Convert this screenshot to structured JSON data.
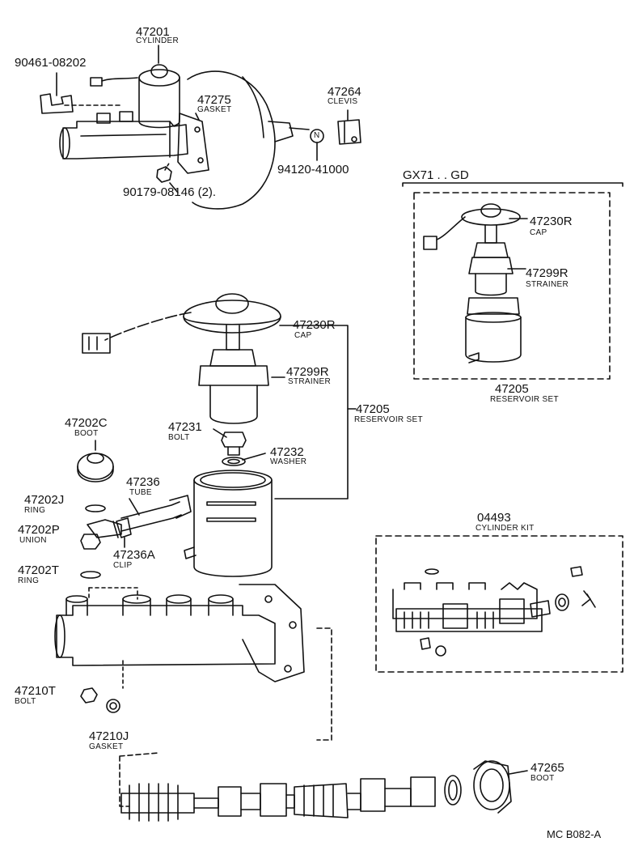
{
  "labels": {
    "p90461": {
      "number": "90461-08202"
    },
    "p47201": {
      "number": "47201",
      "name": "CYLINDER"
    },
    "p47275": {
      "number": "47275",
      "name": "GASKET"
    },
    "p47264": {
      "number": "47264",
      "name": "CLEVIS"
    },
    "p94120": {
      "number": "94120-41000"
    },
    "p90179": {
      "number": "90179-08146 (2)."
    },
    "p47230r": {
      "number": "47230R",
      "name": "CAP"
    },
    "p47299r": {
      "number": "47299R",
      "name": "STRAINER"
    },
    "p47205": {
      "number": "47205",
      "name": "RESERVOIR SET"
    },
    "p47202c": {
      "number": "47202C",
      "name": "BOOT"
    },
    "p47231": {
      "number": "47231",
      "name": "BOLT"
    },
    "p47232": {
      "number": "47232",
      "name": "WASHER"
    },
    "p47236": {
      "number": "47236",
      "name": "TUBE"
    },
    "p47202j": {
      "number": "47202J",
      "name": "RING"
    },
    "p47202p": {
      "number": "47202P",
      "name": "UNION"
    },
    "p47236a": {
      "number": "47236A",
      "name": "CLIP"
    },
    "p47202t": {
      "number": "47202T",
      "name": "RING"
    },
    "p47210t": {
      "number": "47210T",
      "name": "BOLT"
    },
    "p47210j": {
      "number": "47210J",
      "name": "GASKET"
    },
    "p47265": {
      "number": "47265",
      "name": "BOOT"
    }
  },
  "inset_gx71": {
    "header": "GX71 . . GD",
    "cap": {
      "number": "47230R",
      "name": "CAP"
    },
    "strainer": {
      "number": "47299R",
      "name": "STRAINER"
    },
    "reservoir": {
      "number": "47205",
      "name": "RESERVOIR SET"
    }
  },
  "inset_kit": {
    "number": "04493",
    "name": "CYLINDER KIT"
  },
  "nut_marker": "N",
  "diagram_ref": "MC B082-A"
}
